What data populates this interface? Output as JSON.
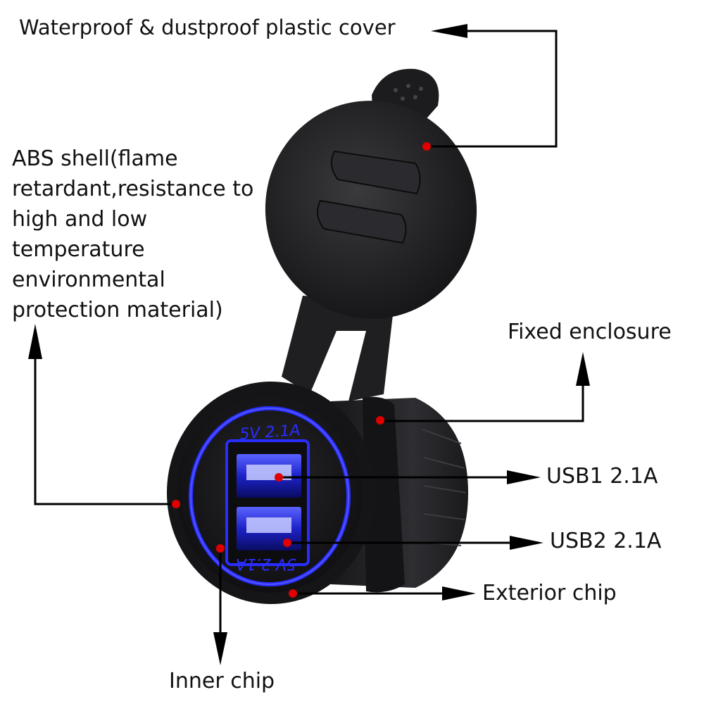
{
  "labels": {
    "cover": "Waterproof & dustproof plastic cover",
    "abs_lines": [
      "ABS shell(flame",
      "retardant,resistance to",
      "high and low",
      "temperature",
      "environmental",
      "protection material)"
    ],
    "enclosure": "Fixed enclosure",
    "usb1": "USB1 2.1A",
    "usb2": "USB2 2.1A",
    "exterior": "Exterior chip",
    "inner": "Inner chip"
  },
  "product": {
    "ring_text_top": "5V 2.1A",
    "ring_text_bottom": "5V 2.1A"
  },
  "colors": {
    "led_blue": "#2a2dff",
    "body": "#1c1c1e",
    "marker": "#e00000"
  }
}
